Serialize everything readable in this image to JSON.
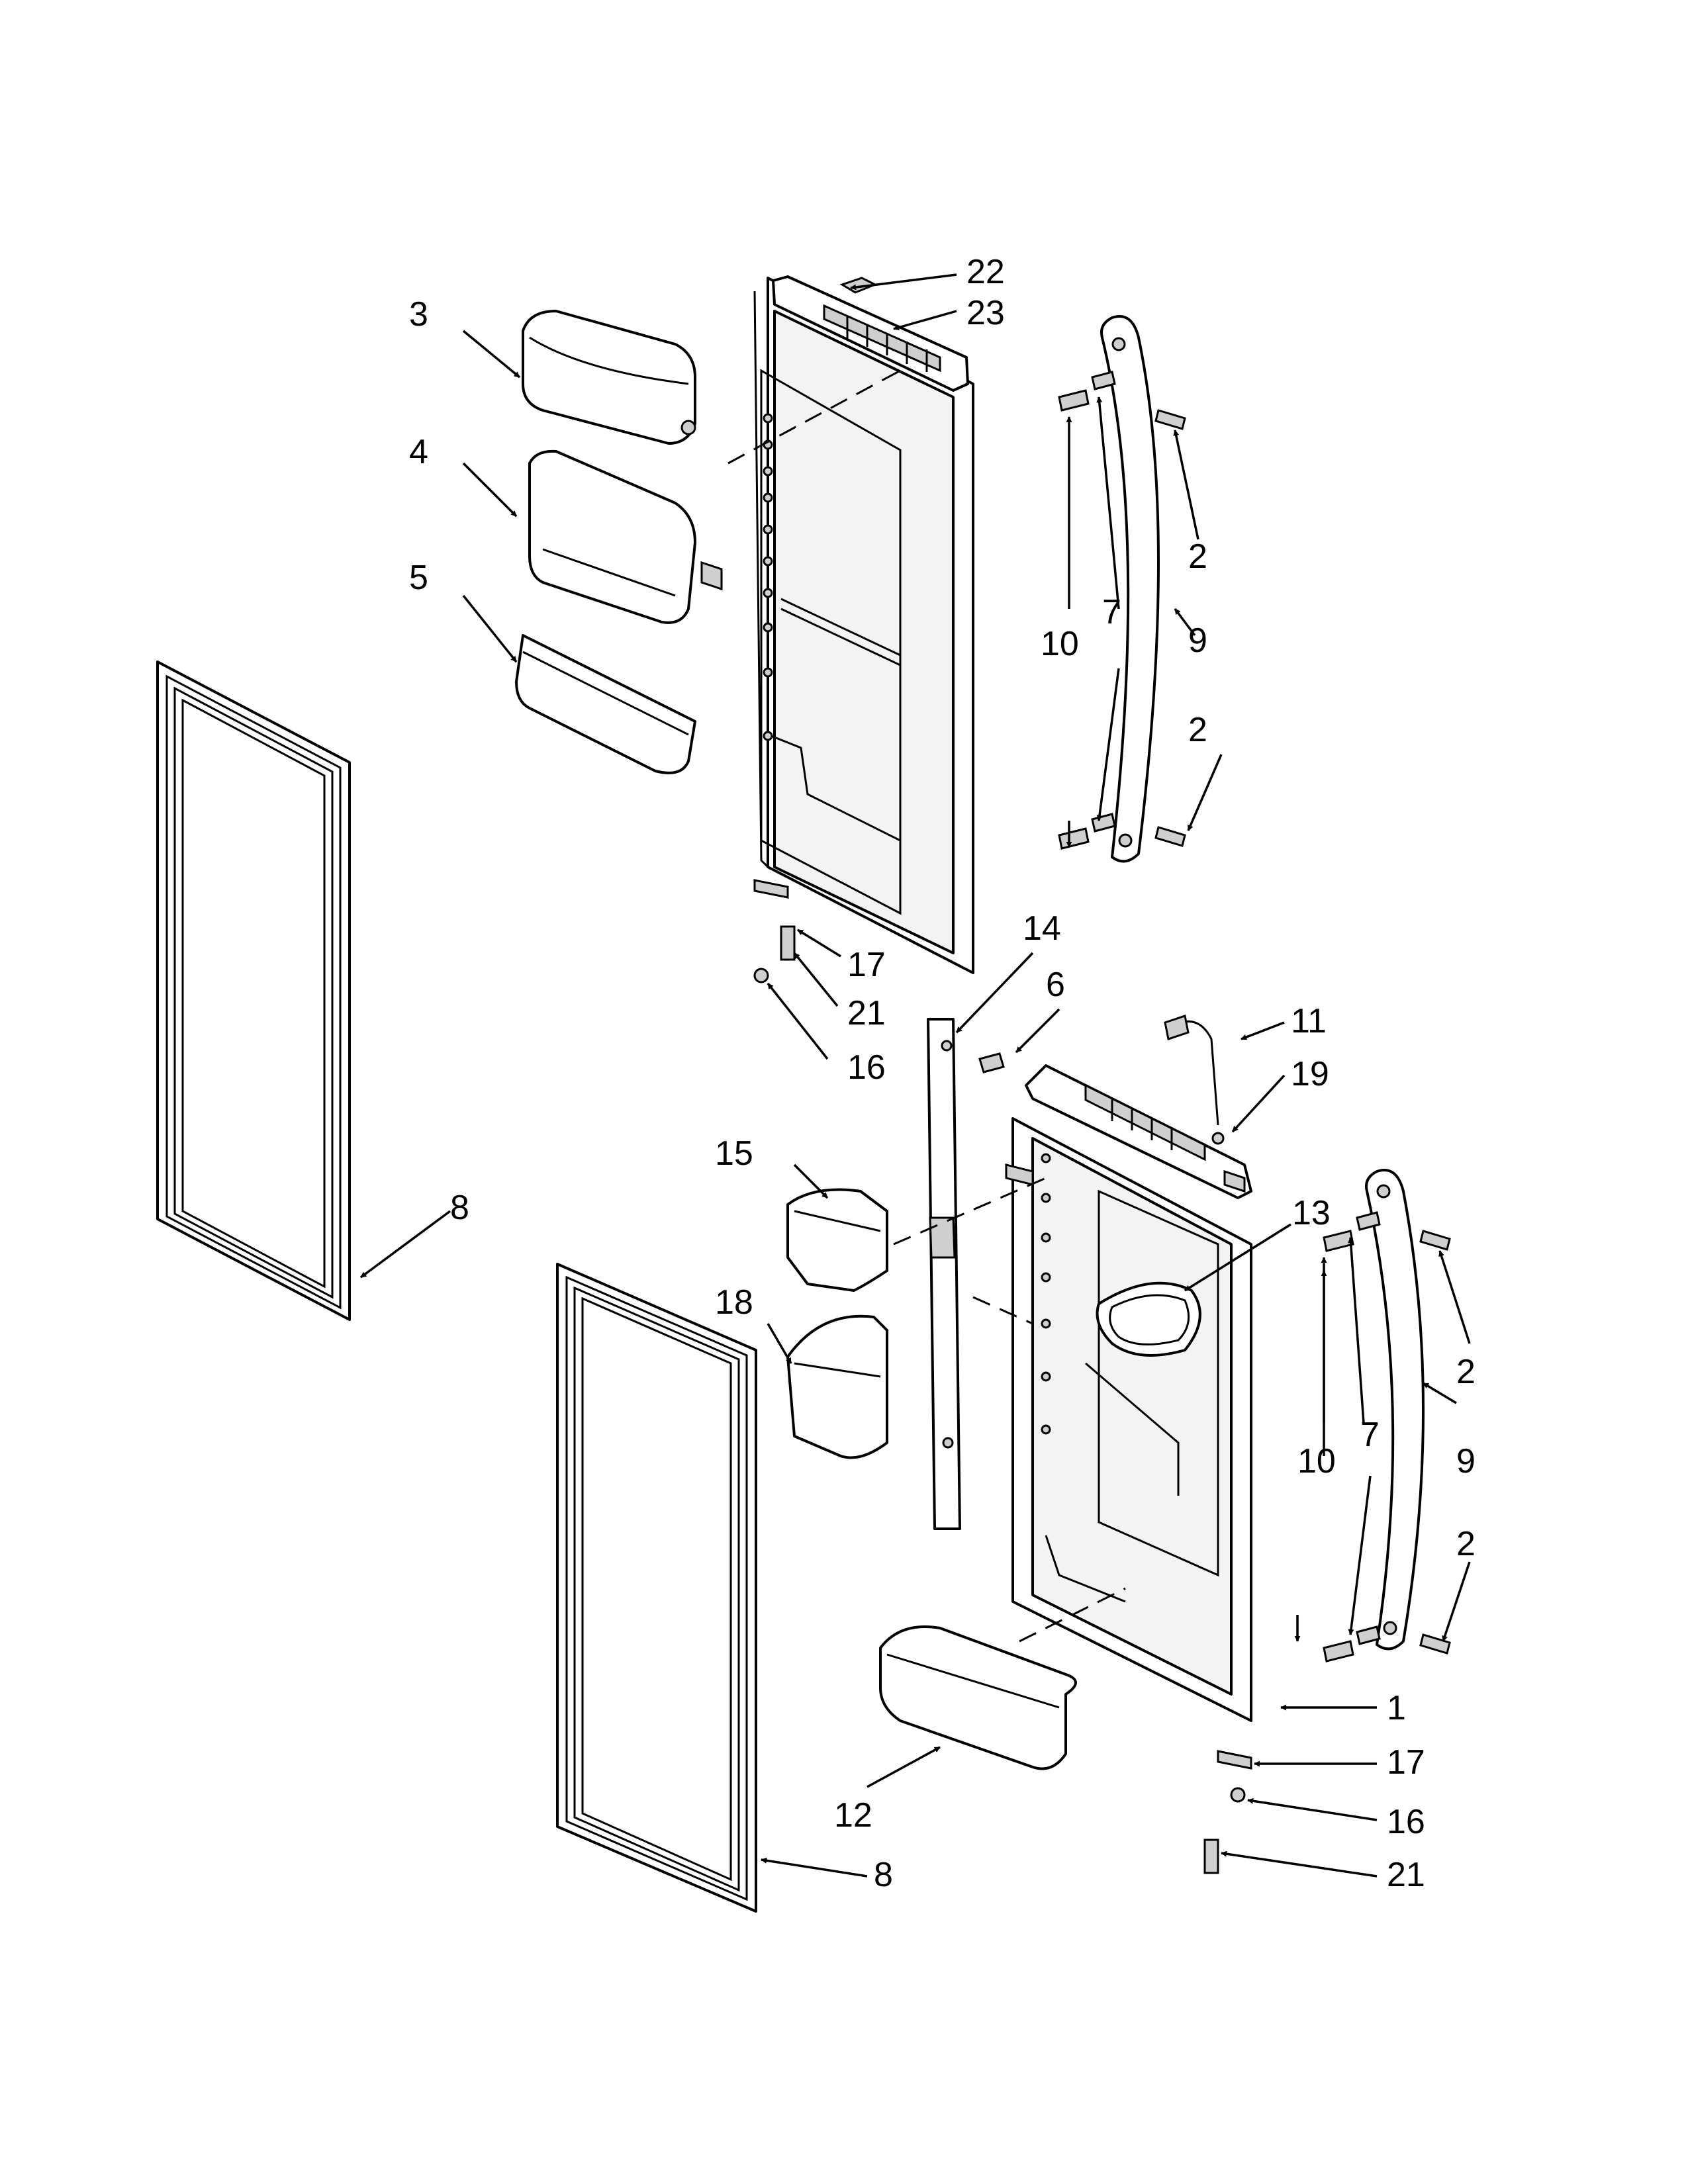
{
  "callouts": [
    {
      "id": "c22",
      "text": "22"
    },
    {
      "id": "c23",
      "text": "23"
    },
    {
      "id": "c3",
      "text": "3"
    },
    {
      "id": "c4",
      "text": "4"
    },
    {
      "id": "c5",
      "text": "5"
    },
    {
      "id": "c2a",
      "text": "2"
    },
    {
      "id": "c7a",
      "text": "7"
    },
    {
      "id": "c10a",
      "text": "10"
    },
    {
      "id": "c9a",
      "text": "9"
    },
    {
      "id": "c2b",
      "text": "2"
    },
    {
      "id": "c8a",
      "text": "8"
    },
    {
      "id": "c17a",
      "text": "17"
    },
    {
      "id": "c21a",
      "text": "21"
    },
    {
      "id": "c16a",
      "text": "16"
    },
    {
      "id": "c14",
      "text": "14"
    },
    {
      "id": "c6",
      "text": "6"
    },
    {
      "id": "c11",
      "text": "11"
    },
    {
      "id": "c19",
      "text": "19"
    },
    {
      "id": "c15",
      "text": "15"
    },
    {
      "id": "c13",
      "text": "13"
    },
    {
      "id": "c18",
      "text": "18"
    },
    {
      "id": "c2c",
      "text": "2"
    },
    {
      "id": "c10b",
      "text": "10"
    },
    {
      "id": "c7b",
      "text": "7"
    },
    {
      "id": "c9b",
      "text": "9"
    },
    {
      "id": "c2d",
      "text": "2"
    },
    {
      "id": "c1",
      "text": "1"
    },
    {
      "id": "c17b",
      "text": "17"
    },
    {
      "id": "c12",
      "text": "12"
    },
    {
      "id": "c16b",
      "text": "16"
    },
    {
      "id": "c8b",
      "text": "8"
    },
    {
      "id": "c21b",
      "text": "21"
    }
  ]
}
